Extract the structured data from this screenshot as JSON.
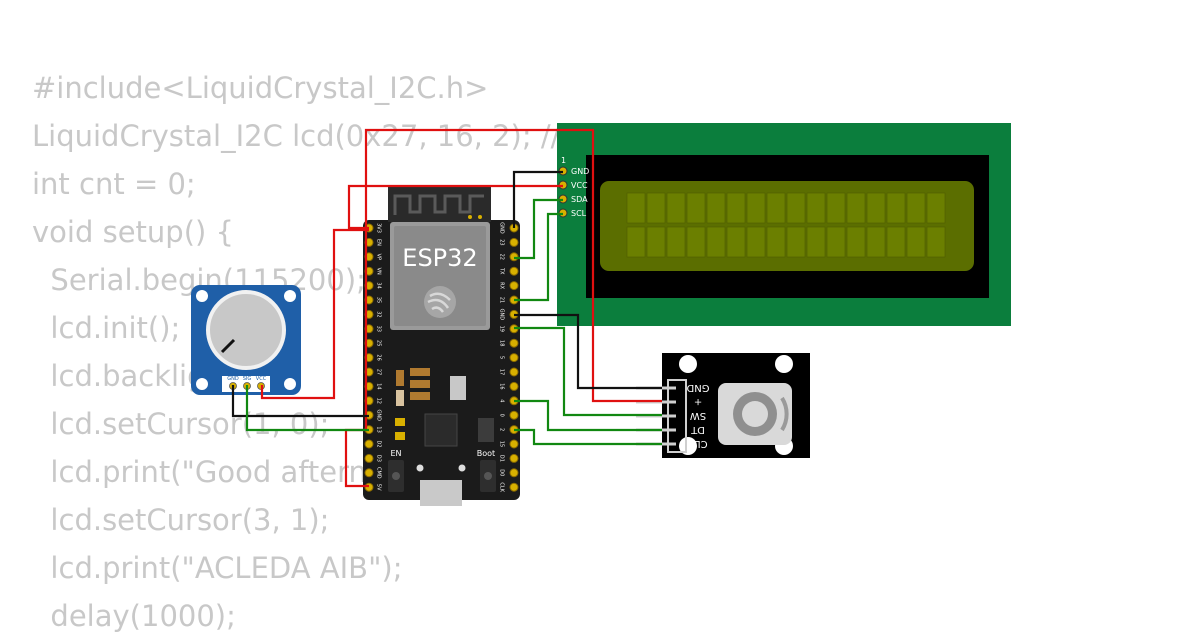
{
  "code_lines": [
    "#include<LiquidCrystal_I2C.h>",
    "LiquidCrystal_I2C lcd(0x27, 16, 2); //",
    "int cnt = 0;",
    "void setup() {",
    "  Serial.begin(115200);",
    "  lcd.init();",
    "  lcd.backlight();",
    "  lcd.setCursor(1, 0);",
    "  lcd.print(\"Good afternoon\");",
    "  lcd.setCursor(3, 1);",
    "  lcd.print(\"ACLEDA AIB\");",
    "  delay(1000);"
  ],
  "esp32": {
    "label": "ESP32",
    "en_label": "EN",
    "boot_label": "Boot",
    "left_pins": [
      "3V3",
      "EN",
      "VP",
      "VN",
      "34",
      "35",
      "32",
      "33",
      "25",
      "26",
      "27",
      "14",
      "12",
      "GND",
      "13",
      "D2",
      "D3",
      "CMD",
      "5V"
    ],
    "right_pins": [
      "GND",
      "23",
      "22",
      "TX",
      "RX",
      "21",
      "GND",
      "19",
      "18",
      "5",
      "17",
      "16",
      "4",
      "0",
      "2",
      "15",
      "D1",
      "D0",
      "CLK"
    ]
  },
  "lcd": {
    "pin_number": "1",
    "pins": [
      "GND",
      "VCC",
      "SDA",
      "SCL"
    ],
    "color_board": "#0b7e3d",
    "color_screen": "#5b6e00"
  },
  "potentiometer": {
    "pins": [
      "GND",
      "SIG",
      "VCC"
    ],
    "color_board": "#1f5fa8"
  },
  "encoder": {
    "pins": [
      "GND",
      "+",
      "SW",
      "DT",
      "CLK"
    ]
  },
  "wire_colors": {
    "power": "#e01010",
    "ground": "#111111",
    "signal": "#118811"
  }
}
